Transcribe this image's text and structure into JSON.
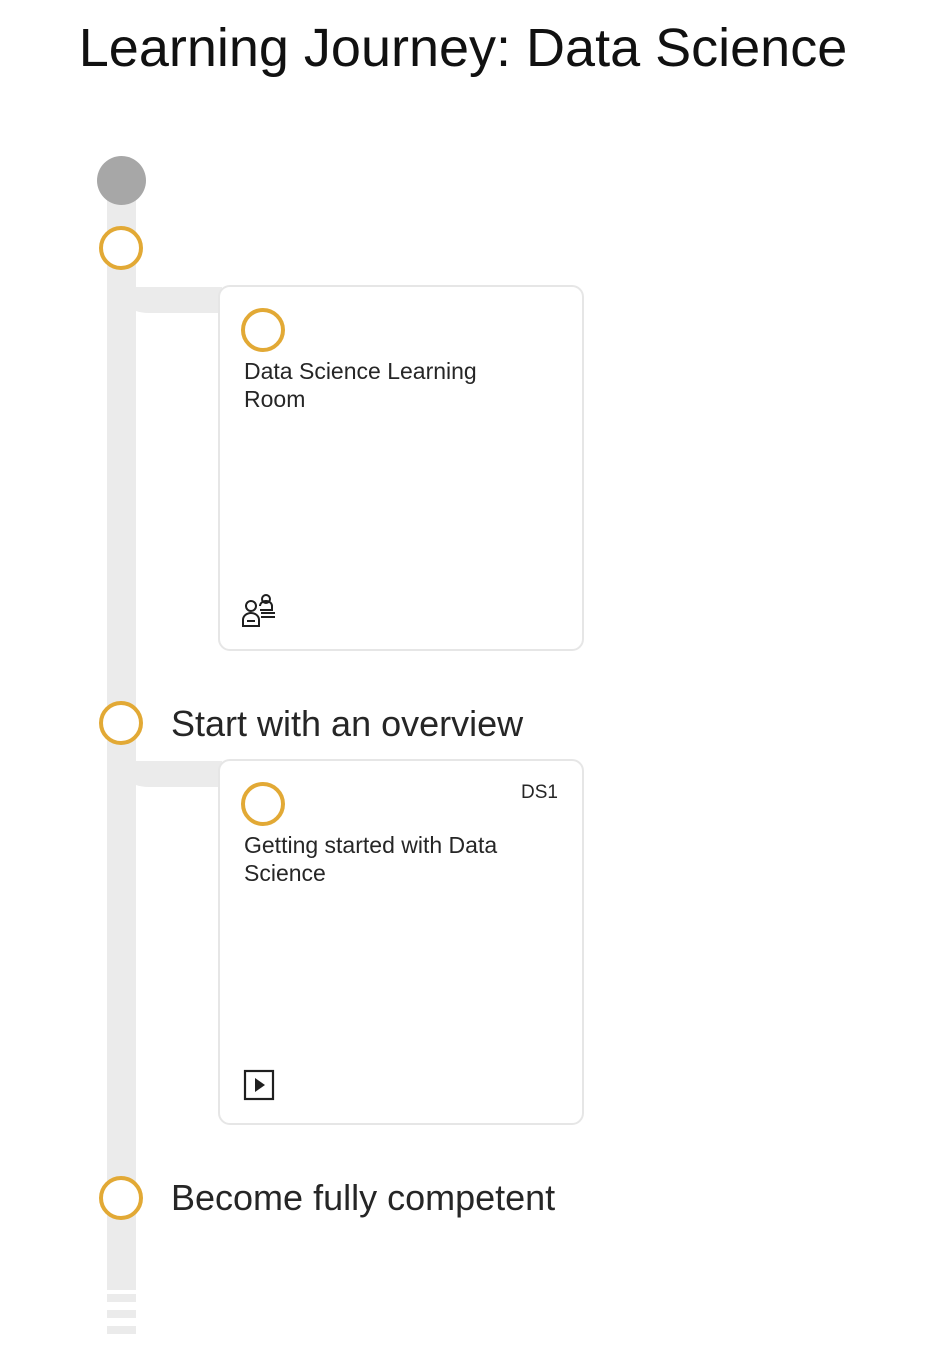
{
  "page": {
    "title": "Learning Journey: Data Science"
  },
  "colors": {
    "accent": "#e2a935",
    "track": "#ebebeb",
    "start_node": "#a7a7a7",
    "card_border": "#e6e6e6"
  },
  "journey": {
    "sections": [
      {
        "label": "",
        "card": {
          "title": "Data Science Learning Room",
          "code": "",
          "icon": "learning-room-icon"
        }
      },
      {
        "label": "Start with an overview",
        "card": {
          "title": "Getting started with Data Science",
          "code": "DS1",
          "icon": "video-play-icon"
        }
      },
      {
        "label": "Become fully competent"
      }
    ]
  }
}
